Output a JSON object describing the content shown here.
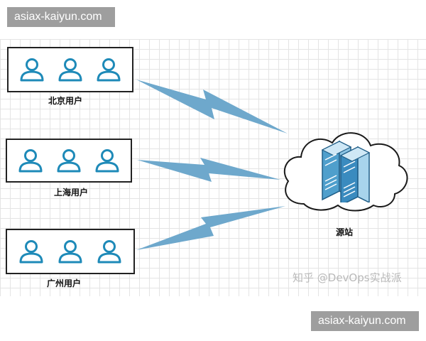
{
  "watermarks": {
    "top": "asiax-kaiyun.com",
    "bottom": "asiax-kaiyun.com"
  },
  "groups": [
    {
      "label": "北京用户",
      "users": 3
    },
    {
      "label": "上海用户",
      "users": 3
    },
    {
      "label": "广州用户",
      "users": 3
    }
  ],
  "origin": {
    "label": "源站"
  },
  "credit": "知乎 @DevOps实战派",
  "colors": {
    "icon": "#1e8ab8",
    "bolt": "#6ea8cc",
    "outline": "#222222",
    "grid": "#e4e4e4",
    "watermark_bg": "#9e9e9e"
  },
  "icons": [
    "user-icon",
    "lightning-bolt-icon",
    "cloud-icon",
    "server-icon"
  ]
}
